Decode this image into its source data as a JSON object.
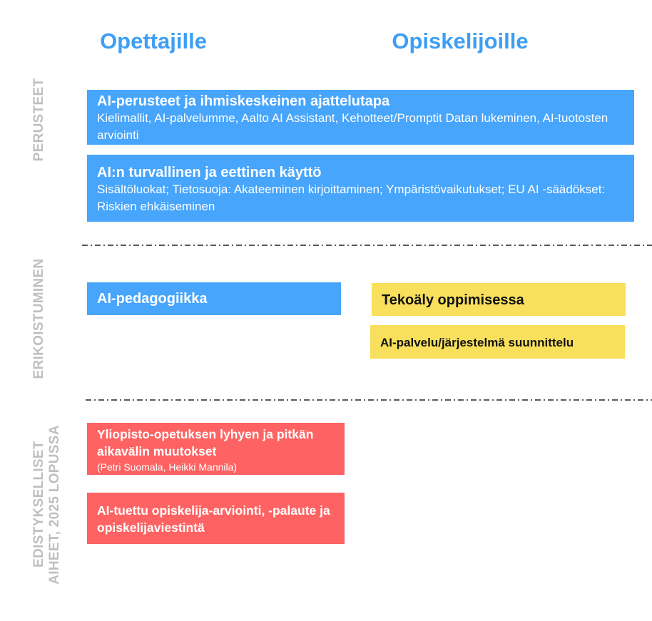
{
  "headers": {
    "teachers": "Opettajille",
    "students": "Opiskelijoille"
  },
  "rows": {
    "basics": "PERUSTEET",
    "specialization": "ERIKOISTUMINEN",
    "advanced_line1": "EDISTYKSELLISET",
    "advanced_line2": "AIHEET, 2025 LOPUSSA"
  },
  "basics": [
    {
      "title": "AI-perusteet ja ihmiskeskeinen ajattelutapa",
      "desc": "Kielimallit, AI-palvelumme, Aalto AI Assistant, Kehotteet/Promptit Datan lukeminen, AI-tuotosten arviointi"
    },
    {
      "title": "AI:n turvallinen ja eettinen käyttö",
      "desc": "Sisältöluokat; Tietosuoja: Akateeminen kirjoittaminen; Ympäristövaikutukset; EU AI -säädökset: Riskien ehkäiseminen"
    }
  ],
  "specialization": {
    "teachers": [
      "AI-pedagogiikka"
    ],
    "students": [
      "Tekoäly oppimisessa",
      "AI-palvelu/järjestelmä suunnittelu"
    ]
  },
  "advanced": [
    {
      "title": "Yliopisto-opetuksen lyhyen ja pitkän aikavälin muutokset",
      "note": "(Petri Suomala, Heikki Mannila)"
    },
    {
      "title": "AI-tuettu opiskelija-arviointi, -palaute ja opiskelijaviestintä"
    }
  ],
  "colors": {
    "blue": "#47a5fc",
    "yellow": "#f8e05c",
    "red": "#fe6262",
    "heading": "#3d9ef5",
    "label": "#bfbfbf"
  }
}
